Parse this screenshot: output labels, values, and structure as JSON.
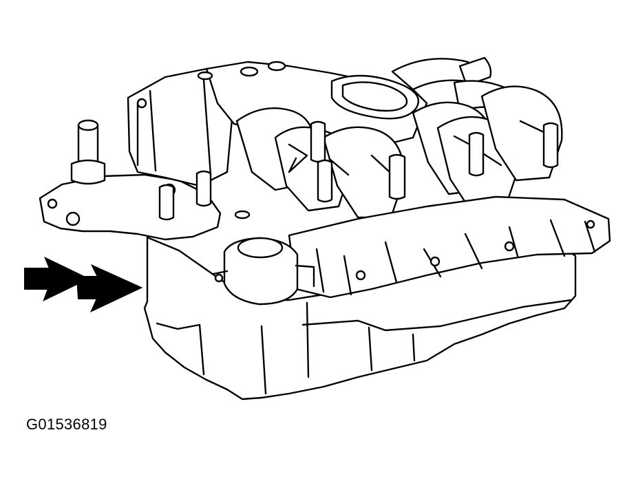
{
  "figure": {
    "id_label": "G01536819",
    "subject_icon": "intake-manifold-line-drawing",
    "pointer_icon": "double-arrow-right",
    "colors": {
      "ink": "#000000",
      "paper": "#ffffff"
    }
  }
}
